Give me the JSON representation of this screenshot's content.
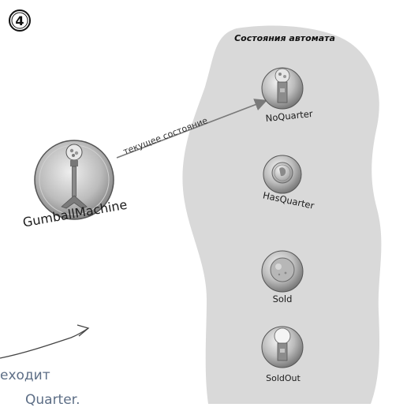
{
  "step_number": "4",
  "region_title": "Состояния автомата",
  "context": {
    "label": "GumballMachine",
    "icon": "gumball-machine-icon"
  },
  "arrow_label": "текущее состояние",
  "current_state": "NoQuarter",
  "states": [
    {
      "label": "NoQuarter",
      "icon": "gumball-machine-small-icon"
    },
    {
      "label": "HasQuarter",
      "icon": "quarter-coin-icon"
    },
    {
      "label": "Sold",
      "icon": "gumball-icon"
    },
    {
      "label": "SoldOut",
      "icon": "empty-machine-icon"
    }
  ],
  "handwritten_note": {
    "line1": "еходит",
    "line2": "Quarter."
  }
}
